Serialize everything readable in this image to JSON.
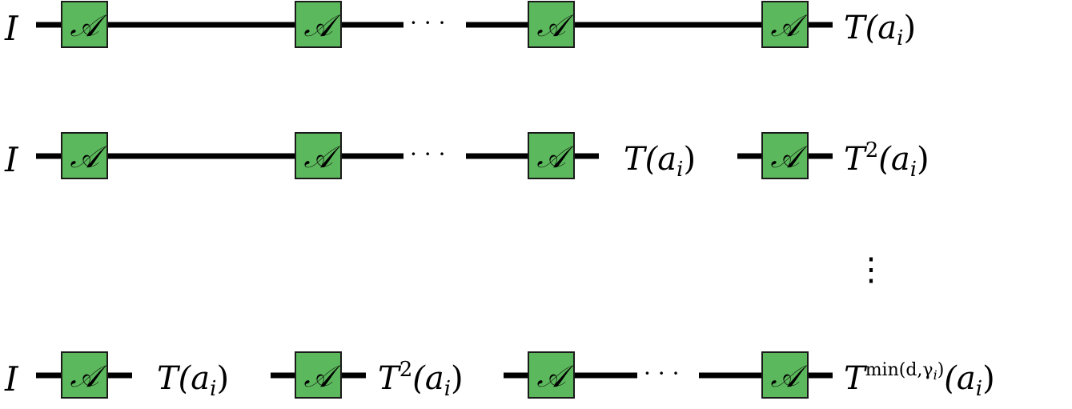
{
  "colors": {
    "box_fill": "#5cb85c",
    "box_stroke": "#1a1a1a",
    "wire": "#000000"
  },
  "box_symbol": "𝒜",
  "rows": [
    {
      "start_label": "I",
      "ellipsis": "· · ·",
      "mid_labels": [],
      "end_label": {
        "base": "T(a",
        "sub": "i",
        "close": ")",
        "sup": ""
      }
    },
    {
      "start_label": "I",
      "ellipsis": "· · ·",
      "mid_labels": [
        {
          "base": "T(a",
          "sub": "i",
          "close": ")",
          "sup": ""
        }
      ],
      "end_label": {
        "base": "T",
        "sup": "2",
        "rest": "(a",
        "sub": "i",
        "close": ")"
      }
    },
    {
      "start_label": "I",
      "ellipsis": "· · ·",
      "mid_labels": [
        {
          "base": "T(a",
          "sub": "i",
          "close": ")",
          "sup": ""
        },
        {
          "base": "T",
          "sup": "2",
          "rest": "(a",
          "sub": "i",
          "close": ")"
        }
      ],
      "end_label": {
        "base": "T",
        "sup": "min(d,γ",
        "sup_sub": "i",
        "sup_close": ")",
        "rest": "(a",
        "sub": "i",
        "close": ")"
      }
    }
  ],
  "vertical_ellipsis": "⋮"
}
